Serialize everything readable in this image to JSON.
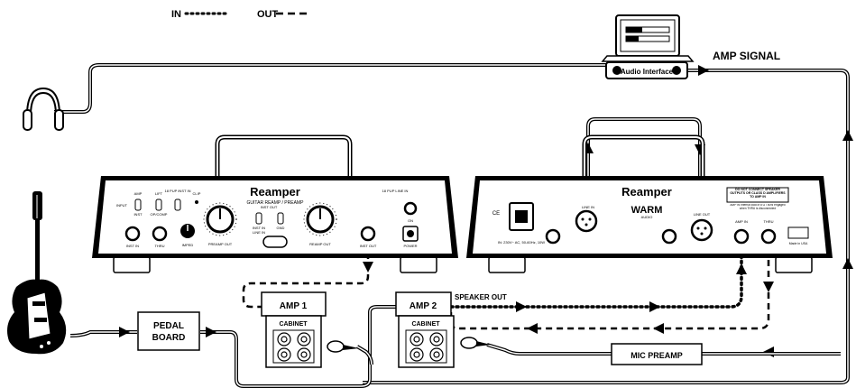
{
  "legend": {
    "in_label": "IN",
    "out_label": "OUT"
  },
  "labels": {
    "amp_signal": "AMP SIGNAL",
    "audio_interface": "Audio Interface",
    "pedal_board_line1": "PEDAL",
    "pedal_board_line2": "BOARD",
    "amp1": "AMP 1",
    "amp2": "AMP 2",
    "cabinet1": "CABINET",
    "cabinet2": "CABINET",
    "speaker_out": "SPEAKER OUT",
    "mic_preamp": "MIC PREAMP"
  },
  "front_panel": {
    "brand": "Reamper",
    "subtitle": "GUITAR REAMP / PREAMP",
    "inst_in": "INST IN",
    "thru": "THRU",
    "preamp_out": "PREAMP OUT",
    "reamp_out": "REAMP OUT",
    "inst_out": "INST OUT",
    "power": "POWER",
    "impedance": "IMPED",
    "amp": "AMP",
    "input": "INPUT",
    "inst": "INST",
    "lift": "LIFT",
    "op_comp": "OP/COMP",
    "pad": "18 PUP INST IN",
    "clip": "CLIP",
    "switch": "INST OUT",
    "inst_in_sw": "INST IN",
    "line_in_sw": "LINE IN",
    "gnd": "GND",
    "on": "ON",
    "phase": "18 PUP LINE IN"
  },
  "rear_panel": {
    "brand": "Reamper",
    "maker": "WARM",
    "maker_sub": "AUDIO",
    "line_in_left": "LINE IN",
    "line_out": "LINE OUT",
    "amp_in": "AMP IN",
    "thru": "THRU",
    "warning_title": "DO NOT CONNECT SPEAKER OUTPUTS OR CLASS D AMPLIFIERS TO AMP IN",
    "warning_note": "AMP IN internal load of 8 Ω / 50W engaged when THRU is disconnected",
    "ce": "CE",
    "voltage": "IN: 230V~ AC, 50-60Hz, 10W",
    "tag": "Made in USA"
  }
}
